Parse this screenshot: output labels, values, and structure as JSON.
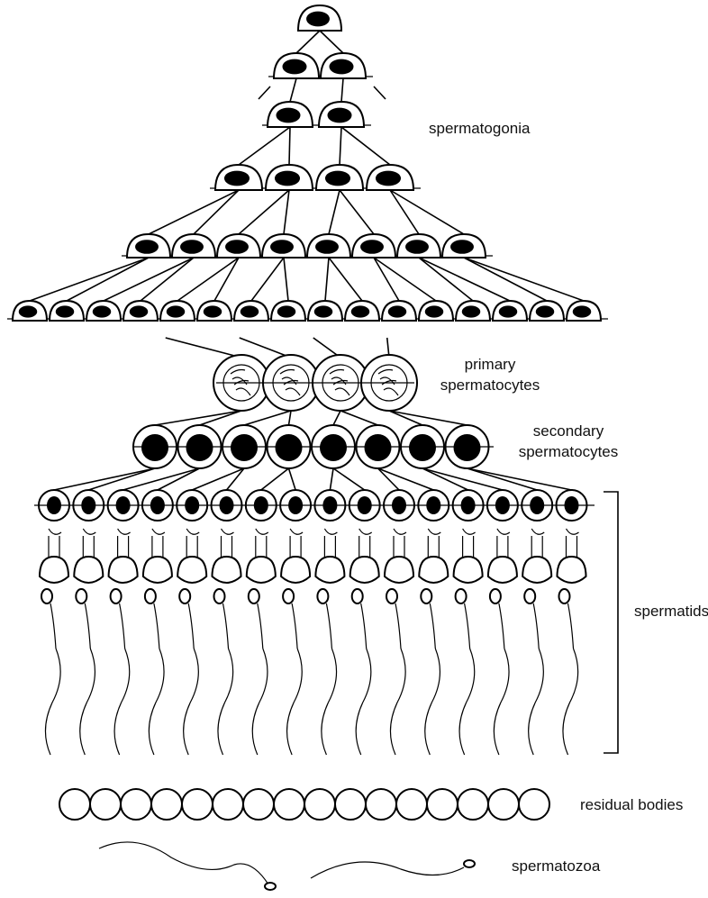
{
  "labels": {
    "spermatogonia": "spermatogonia",
    "primary_line1": "primary",
    "primary_line2": "spermatocytes",
    "secondary_line1": "secondary",
    "secondary_line2": "spermatocytes",
    "spermatids": "spermatids",
    "residual_bodies": "residual bodies",
    "spermatozoa": "spermatozoa"
  },
  "stages": {
    "spermatogonia_rows": [
      1,
      2,
      2,
      4,
      8,
      16
    ],
    "primary_spermatocytes": 4,
    "secondary_spermatocytes": 8,
    "spermatids": 16,
    "residual_bodies": 16,
    "spermatozoa": 2
  }
}
